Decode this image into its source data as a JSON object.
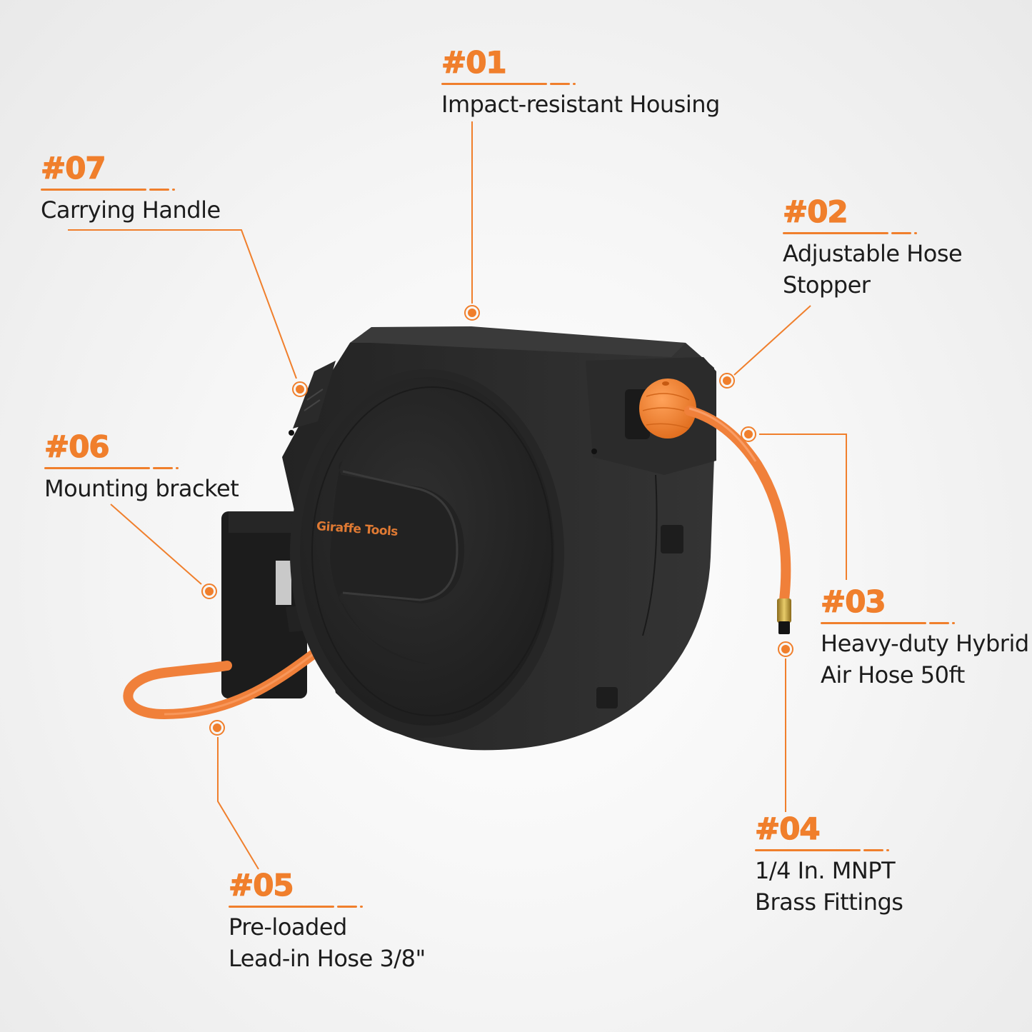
{
  "product": {
    "brand_logo_text": "Giraffe Tools",
    "type": "Retractable air hose reel"
  },
  "colors": {
    "accent": "#f07f2c",
    "text": "#1c1c1c",
    "housing": "#2a2a2a",
    "hose": "#f0803a",
    "background": "#f4f4f4"
  },
  "callouts": [
    {
      "num": "#01",
      "lines": [
        "Impact-resistant Housing"
      ]
    },
    {
      "num": "#02",
      "lines": [
        "Adjustable Hose",
        "Stopper"
      ]
    },
    {
      "num": "#03",
      "lines": [
        "Heavy-duty Hybrid",
        "Air Hose 50ft"
      ]
    },
    {
      "num": "#04",
      "lines": [
        "1/4 In. MNPT",
        "Brass Fittings"
      ]
    },
    {
      "num": "#05",
      "lines": [
        "Pre-loaded",
        "Lead-in Hose 3/8\""
      ]
    },
    {
      "num": "#06",
      "lines": [
        "Mounting bracket"
      ]
    },
    {
      "num": "#07",
      "lines": [
        "Carrying Handle"
      ]
    }
  ]
}
